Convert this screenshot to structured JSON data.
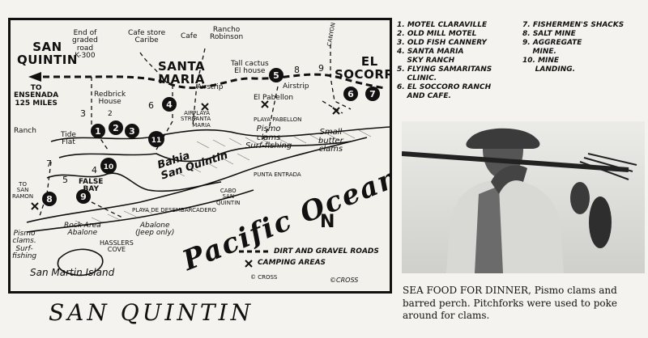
{
  "title": "SAN QUINTIN",
  "caption": "SEA FOOD FOR DINNER, Pismo clams and barred perch. Pitchforks were used to poke around for clams.",
  "legend": {
    "left": [
      "1. MOTEL CLARAVILLE",
      "2. OLD MILL MOTEL",
      "3. OLD FISH CANNERY",
      "4. SANTA MARIA\n    SKY RANCH",
      "5. FLYING SAMARITANS\n    CLINIC.",
      "6. EL SOCCORO RANCH\n    AND CAFE."
    ],
    "right": [
      "7. FISHERMEN'S SHACKS",
      "8. SALT MINE",
      "9. AGGREGATE\n    MINE.",
      "10. MINE\n     LANDING."
    ]
  },
  "map": {
    "places": {
      "san_quintin": "SAN\nQUINTIN",
      "santa_maria": "SANTA\nMARIA",
      "el_socorro": "EL\nSOCORRO",
      "to_ensenada": "TO\nENSENADA\n125 MILES",
      "end_of_road": "End of\ngraded\nroad\nK-300",
      "cafe_store": "Cafe store\nCaribe",
      "cafe": "Cafe",
      "rancho_robinson": "Rancho\nRobinson",
      "tall_cactus": "Tall cactus\nEl house",
      "redbrick_house": "Redbrick\nHouse",
      "airstrip_1": "Airstrip",
      "airstrip_2": "Airstrip",
      "air_strip_small": "AIR\nSTRIP",
      "el_pabellon": "El Pabellon",
      "playa_pabellon": "PLAYA PABELLON",
      "canyon": "CANYON",
      "ranch": "Ranch",
      "tide_flat": "Tide\nFlat",
      "pismo_clams_surf": "Pismo\nclams\nSurf-fishing",
      "small_butter_clams": "Small\nbutter\nclams",
      "bahia": "Bahia\nSan Quintin",
      "playa_santa_maria": "PLAYA\nSANTA\nMARIA",
      "false_bay": "FALSE\nBAY",
      "punta_entrada": "PUNTA ENTRADA",
      "cabo_san_quintin": "CABO\nSAN\nQUINTIN",
      "to_san_ramon": "TO\nSAN\nRAMON",
      "playa_de_desembarcadero": "PLAYA DE DESEMBARCADERO",
      "rock_area": "Rock Area\nAbalone",
      "abalone_jeep": "Abalone\n(Jeep only)",
      "pismo_clams_left": "Pismo\nclams.\nSurf-\nfishing",
      "hasslers_cove": "HASSLERS\nCOVE",
      "san_martin_island": "San Martin Island",
      "pacific_ocean": "Pacific Ocean",
      "north": "N",
      "road_numbers": [
        "2",
        "3",
        "4",
        "5",
        "6",
        "7",
        "8",
        "9"
      ],
      "km_marker": "K-300"
    },
    "map_legend": {
      "roads": "DIRT AND GRAVEL ROADS",
      "camping": "CAMPING AREAS"
    },
    "credit_1": "© CROSS",
    "credit_2": "©CROSS",
    "markers": [
      "1",
      "2",
      "3",
      "4",
      "5",
      "6",
      "7",
      "8",
      "9",
      "10",
      "11"
    ]
  },
  "colors": {
    "ink": "#111111",
    "paper": "#f2f1ec"
  }
}
